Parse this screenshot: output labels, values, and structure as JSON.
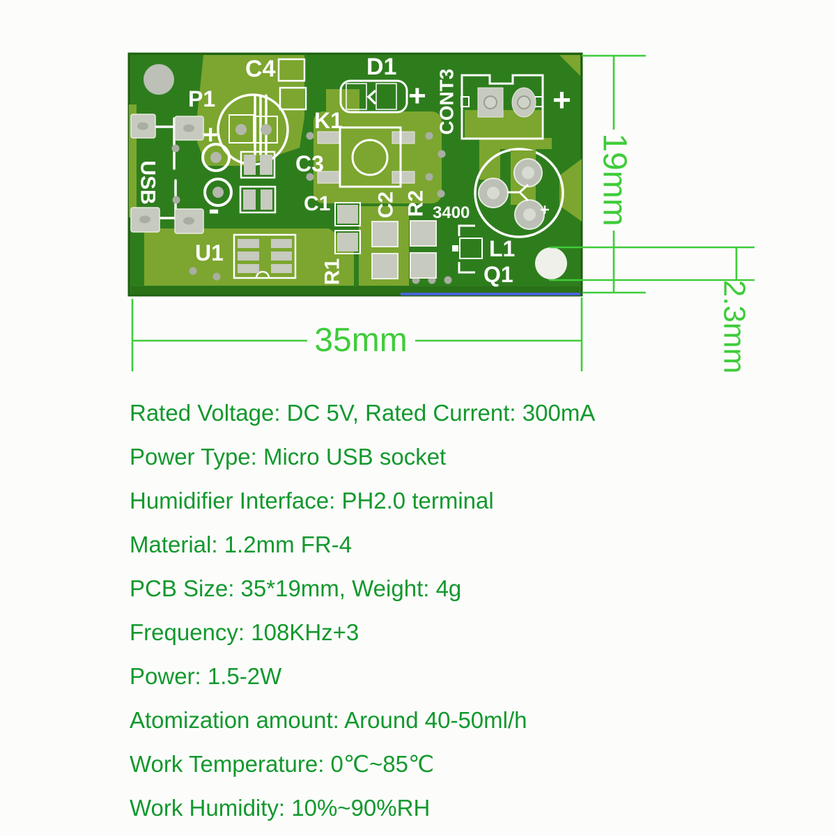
{
  "board": {
    "silkscreen": {
      "p1": "P1",
      "c4": "C4",
      "d1": "D1",
      "k1": "K1",
      "c3": "C3",
      "c1": "C1",
      "c2": "C2",
      "r1": "R1",
      "r2": "R2",
      "u1": "U1",
      "l1": "L1",
      "q1": "Q1",
      "usb": "USB",
      "cont3": "CONT3",
      "code": "3400",
      "plus": "+",
      "minus": "-"
    }
  },
  "dimensions": {
    "width_label": "35mm",
    "height_label": "19mm",
    "hole_label": "2.3mm"
  },
  "specs": {
    "lines": [
      "Rated Voltage: DC 5V, Rated Current: 300mA",
      "Power Type: Micro USB socket",
      "Humidifier Interface: PH2.0 terminal",
      "Material: 1.2mm FR-4",
      "PCB Size: 35*19mm, Weight: 4g",
      "Frequency: 108KHz+3",
      "Power: 1.5-2W",
      "Atomization amount: Around 40-50ml/h",
      "Work Temperature: 0℃~85℃",
      "Work Humidity: 10%~90%RH"
    ]
  },
  "colors": {
    "pcb-dark": "#2e7d1d",
    "pcb-light": "#7ca62f",
    "pcb-edge": "#1f5e10",
    "pad-gray": "#c7cabf",
    "silk": "#ffffff",
    "dim-green": "#3fcc3a",
    "spec-green": "#13982d",
    "edge-blue": "#4a63d8",
    "page-bg": "#fcfdfb"
  }
}
